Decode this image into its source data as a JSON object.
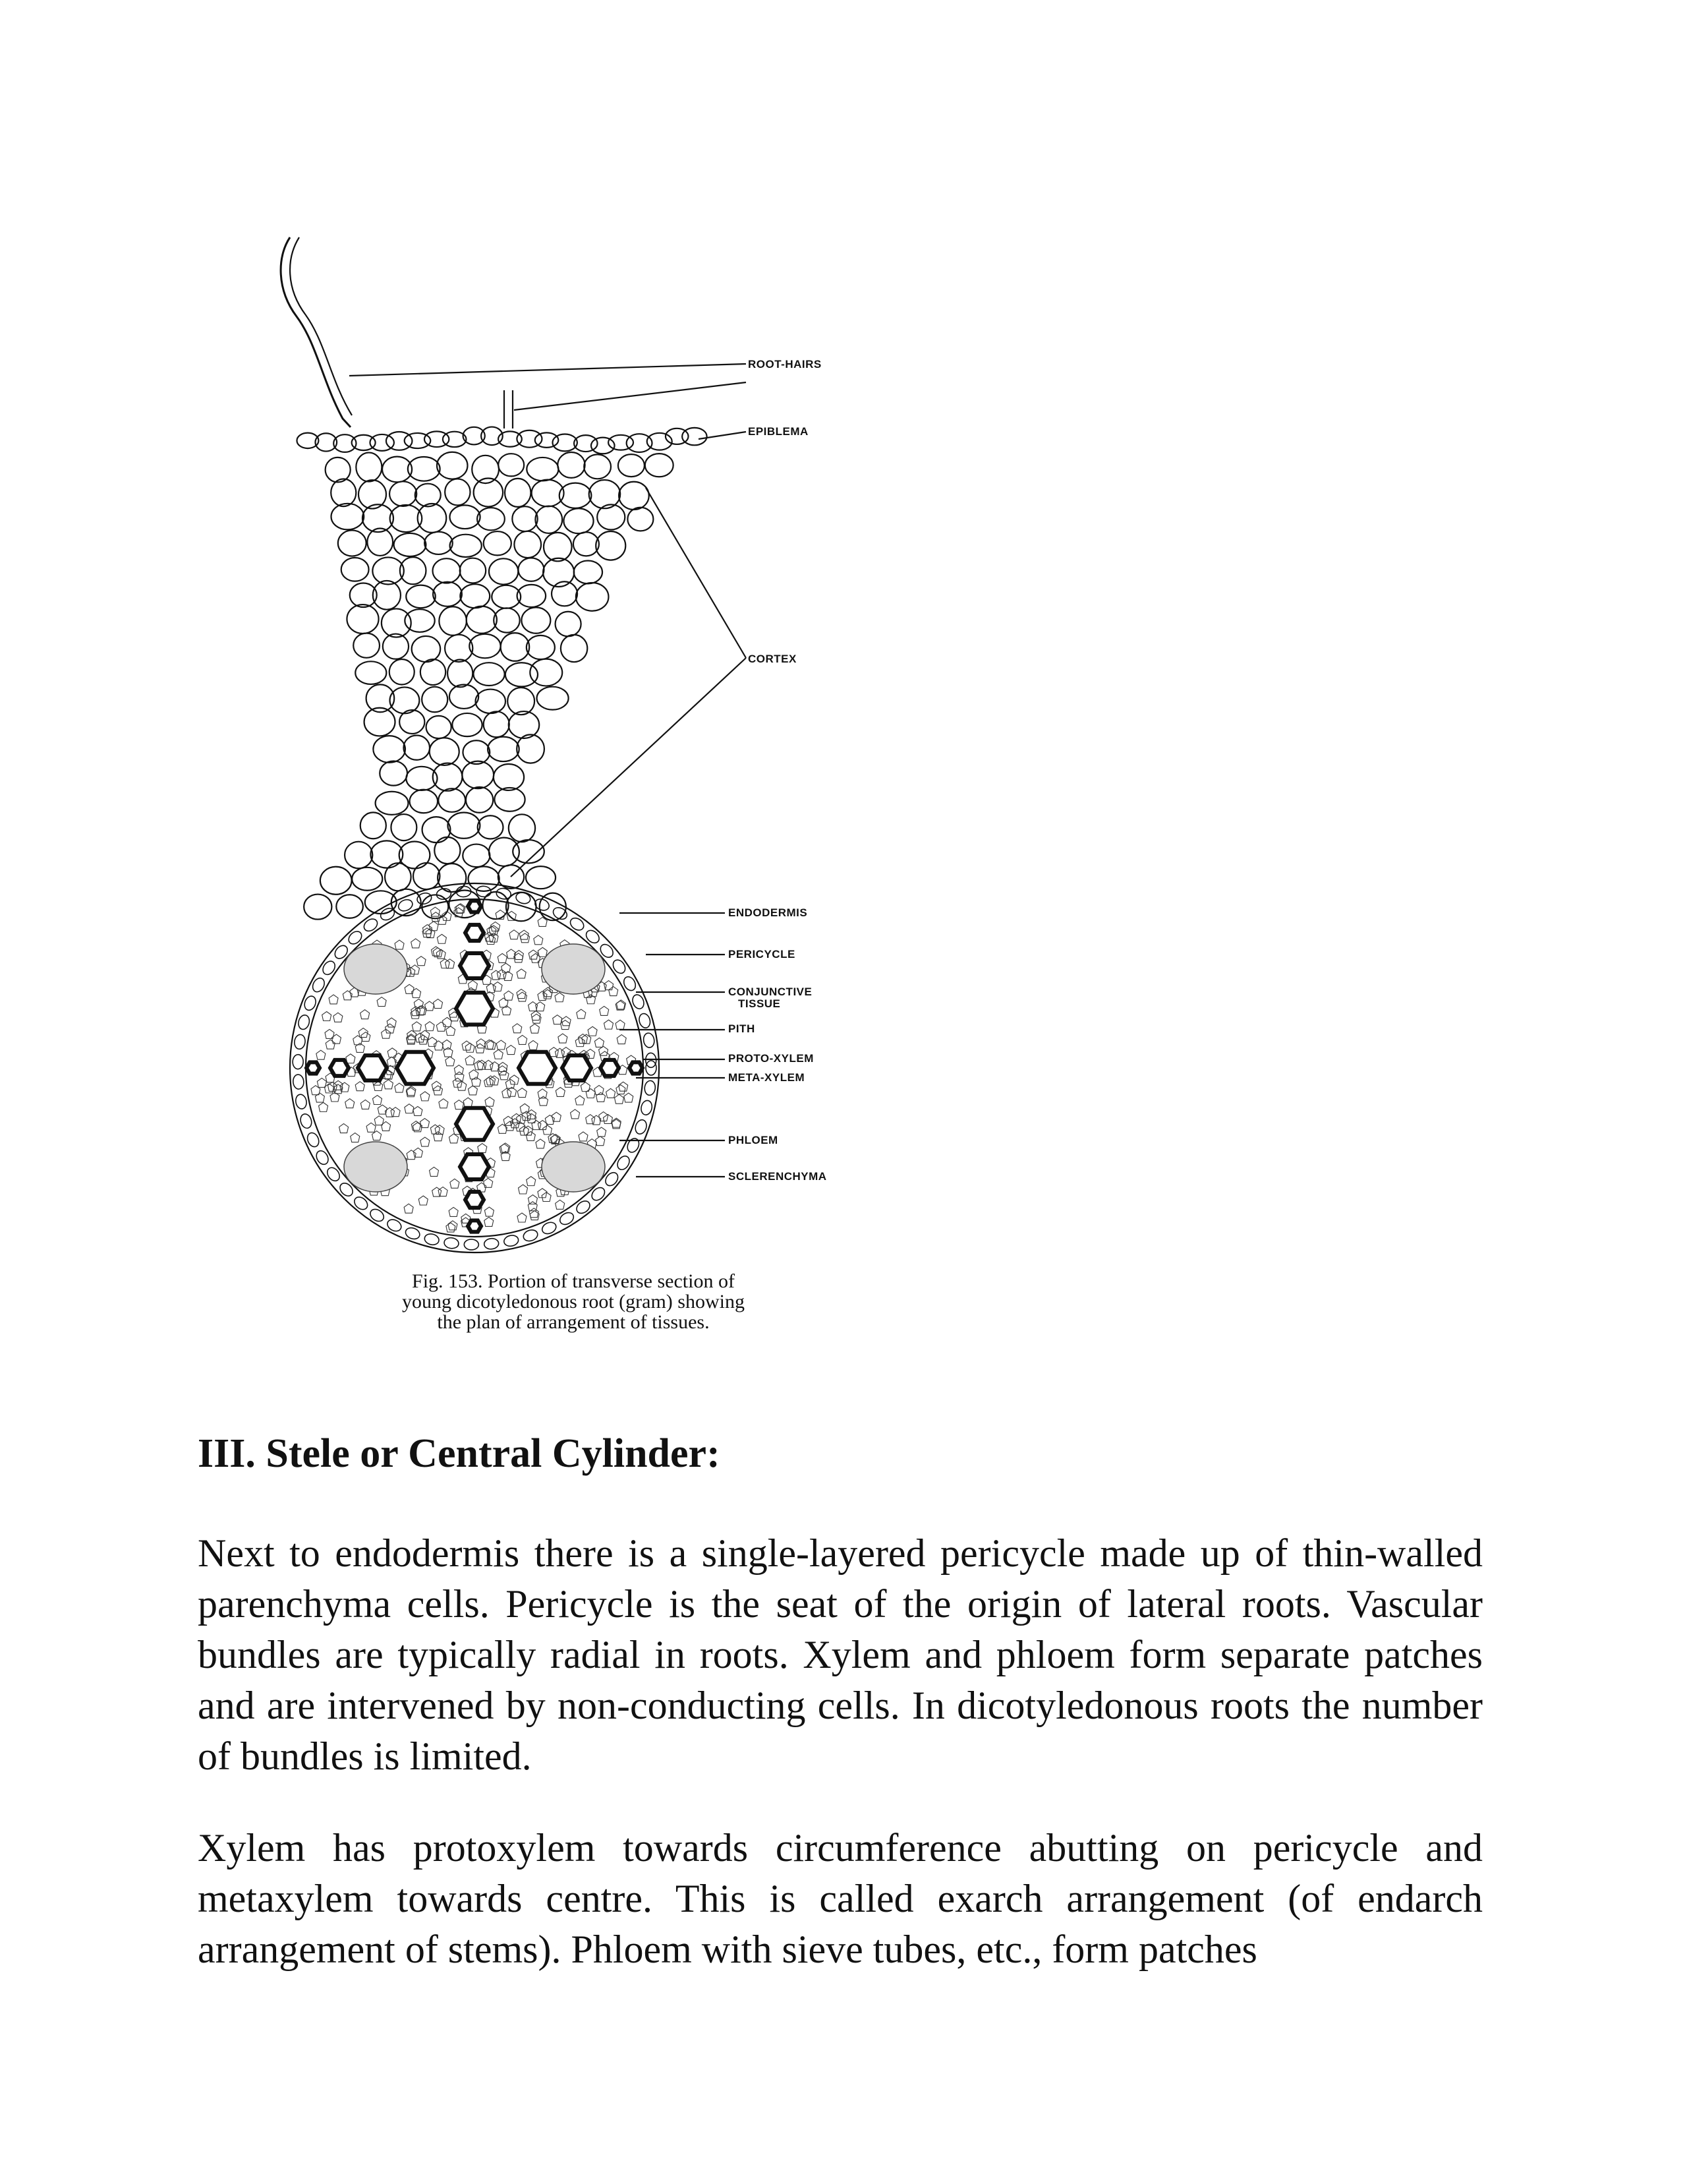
{
  "figure": {
    "labels": {
      "root_hairs": "ROOT-HAIRS",
      "epiblema": "EPIBLEMA",
      "cortex": "CORTEX",
      "endodermis": "ENDODERMIS",
      "pericycle": "PERICYCLE",
      "conjunctive_1": "CONJUNCTIVE",
      "conjunctive_2": "TISSUE",
      "pith": "PITH",
      "protoxylem": "PROTO-XYLEM",
      "metaxylem": "META-XYLEM",
      "phloem": "PHLOEM",
      "sclerenchyma": "SCLERENCHYMA"
    },
    "caption": {
      "line1": "Fig. 153.  Portion of transverse section  of",
      "line2": "young dicotyledonous root (gram) showing",
      "line3": "the plan of arrangement  of tissues."
    }
  },
  "heading": "III. Stele or Central Cylinder:",
  "paragraphs": [
    "Next to endodermis there is a single-layered pericycle made up of thin-walled parenchyma cells. Pericycle is the seat of the origin of lateral roots. Vascular bundles are typically radial in roots. Xylem and phloem form separate patches and are intervened by non-conducting cells. In dicotyledonous roots the number of bundles is limited.",
    "Xylem has protoxylem towards circumference abutting on pericycle and metaxylem towards centre. This is called exarch arrangement (of endarch arrangement of stems). Phloem with sieve tubes, etc., form patches"
  ]
}
